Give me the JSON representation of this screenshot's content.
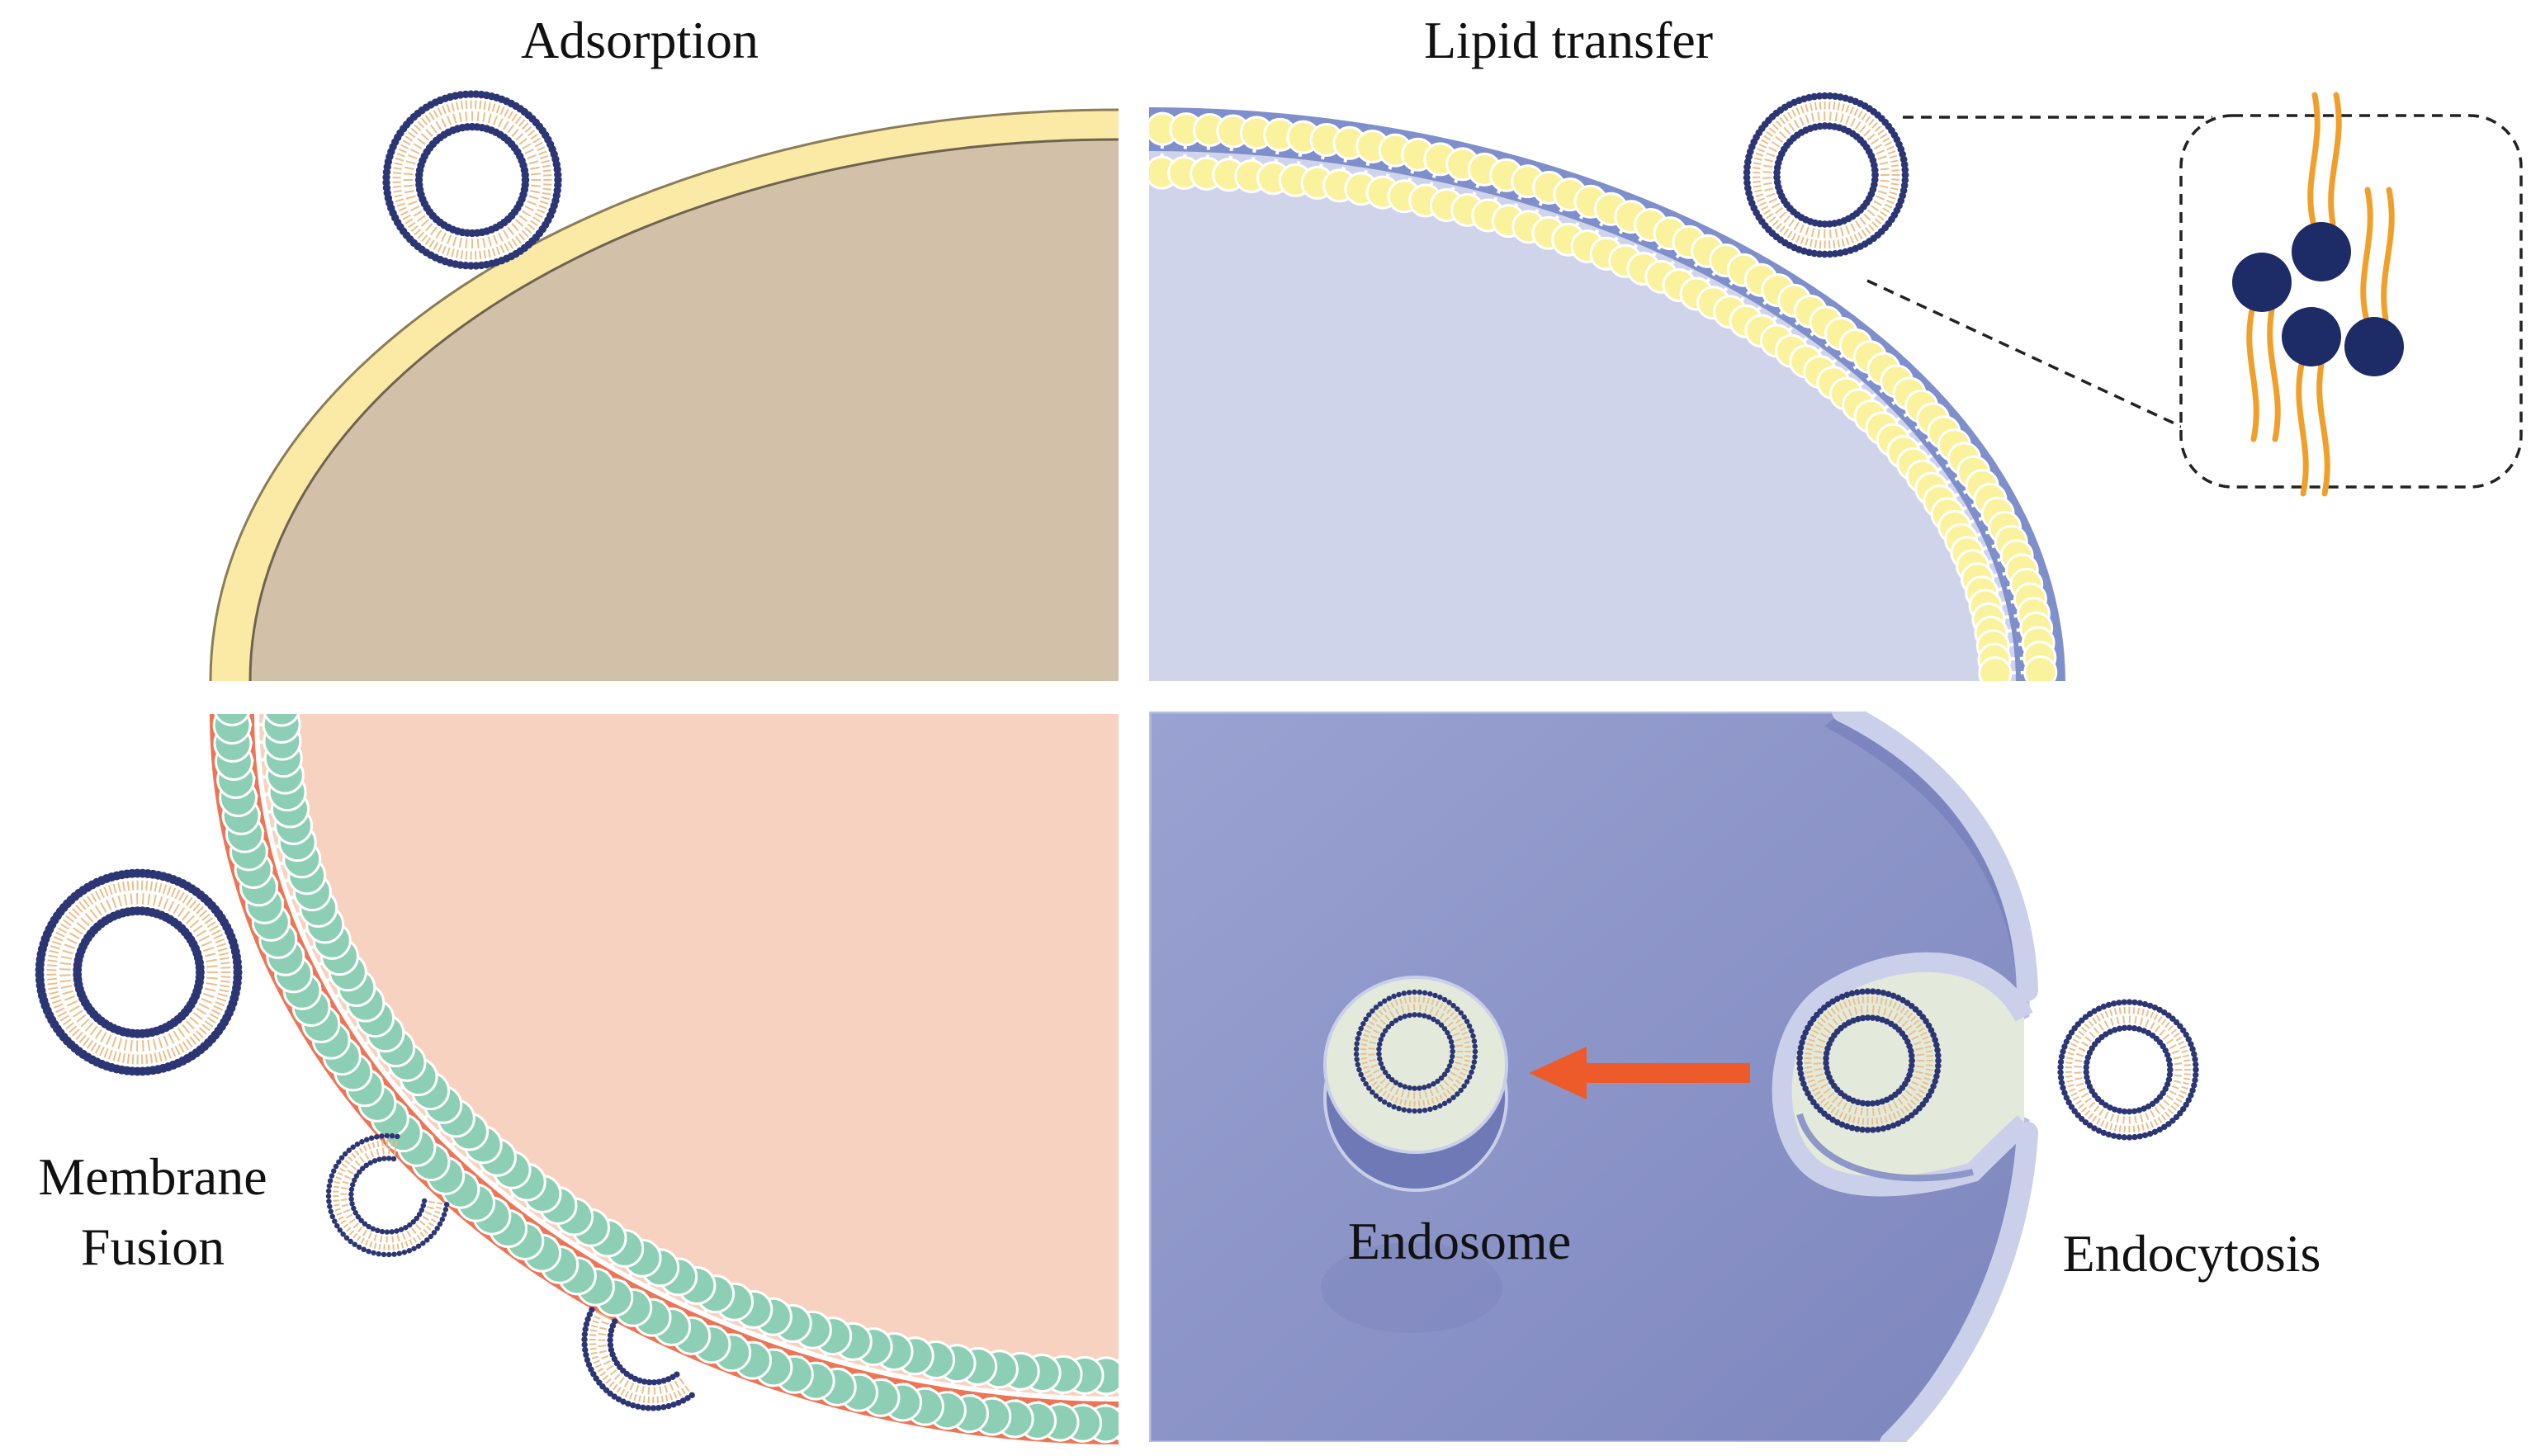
{
  "labels": {
    "adsorption": "Adsorption",
    "lipid_transfer": "Lipid transfer",
    "membrane": "Membrane",
    "fusion": "Fusion",
    "endosome": "Endosome",
    "endocytosis": "Endocytosis"
  },
  "colors": {
    "adsorption_cell": "#d3c0a8",
    "adsorption_rim": "#fbeaa6",
    "lipid_cell": "#cfd4ea",
    "lipid_band": "#7f8fcb",
    "lipid_head": "#faf29c",
    "fusion_cell": "#f8d2c0",
    "fusion_band": "#ee7455",
    "fusion_head": "#8dcfb5",
    "endo_bg": "#8b93c6",
    "endo_membrane": "#cbd0ea",
    "vesicle_dot": "#2d3674",
    "vesicle_tail": "#e9c08c",
    "arrow": "#ec5b29",
    "lipid_molecule_head": "#1d2b66",
    "lipid_molecule_tail": "#f0a02a"
  }
}
